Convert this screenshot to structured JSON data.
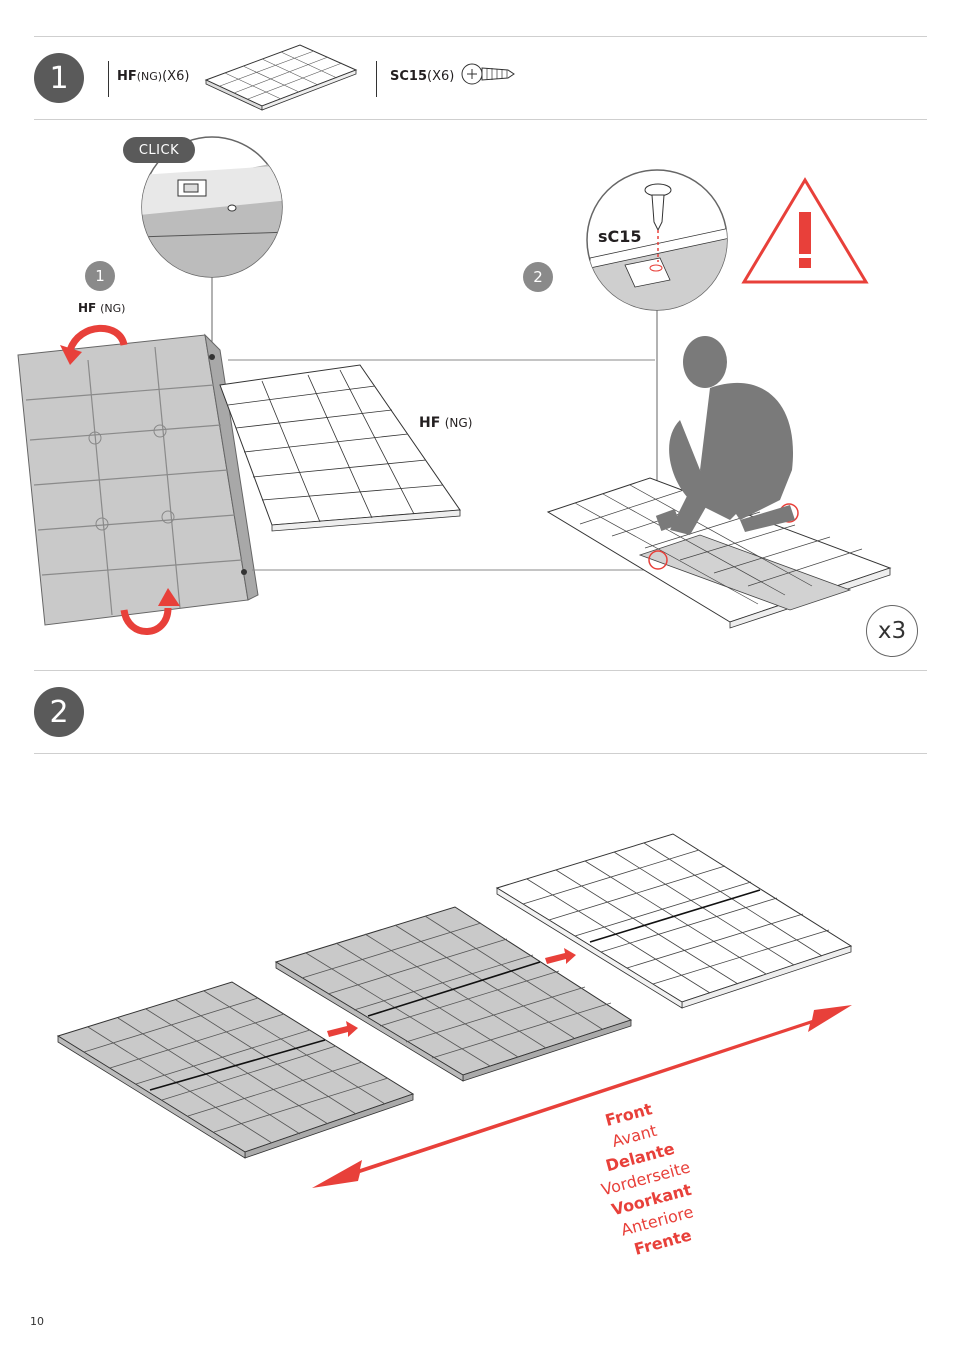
{
  "step1": {
    "number": "1",
    "parts": [
      {
        "code": "HF",
        "variant": "(NG)",
        "qty": "(X6)"
      },
      {
        "code": "SC15",
        "variant": "",
        "qty": "(X6)"
      }
    ],
    "click_label": "CLICK",
    "substep1_number": "1",
    "substep1_label_code": "HF",
    "substep1_label_variant": "(NG)",
    "panel_label_code": "HF",
    "panel_label_variant": "(NG)",
    "substep2_number": "2",
    "screw_label": "sC15",
    "repeat_label": "x3"
  },
  "step2": {
    "number": "2",
    "direction_labels": [
      {
        "text": "Front",
        "bold": true
      },
      {
        "text": "Avant",
        "bold": false
      },
      {
        "text": "Delante",
        "bold": true
      },
      {
        "text": "Vorderseite",
        "bold": false
      },
      {
        "text": "Voorkant",
        "bold": true
      },
      {
        "text": "Anteriore",
        "bold": false
      },
      {
        "text": "Frente",
        "bold": true
      }
    ]
  },
  "page_number": "10",
  "colors": {
    "accent": "#e8403a",
    "step_circle": "#5a5a5a",
    "gray_panel": "#c8c8c8"
  }
}
